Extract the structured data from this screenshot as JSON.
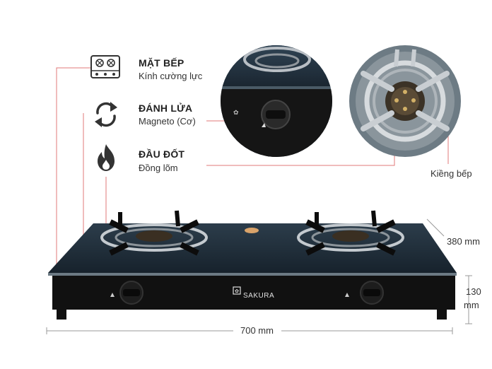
{
  "features": [
    {
      "icon": "gas-cooktop-icon",
      "title": "MẶT BẾP",
      "subtitle": "Kính cường lực"
    },
    {
      "icon": "ignition-cycle-icon",
      "title": "ĐÁNH LỬA",
      "subtitle": "Magneto (Cơ)"
    },
    {
      "icon": "flame-icon",
      "title": "ĐẦU ĐỐT",
      "subtitle": "Đồng lõm"
    }
  ],
  "grate_label": "Kiềng bếp",
  "dimensions": {
    "depth": "380 mm",
    "height_line1": "130",
    "height_line2": "mm",
    "width": "700 mm"
  },
  "brand": "SAKURA",
  "colors": {
    "callout_line": "#e07a7a",
    "glass": "#1d2a35",
    "body": "#121212"
  }
}
